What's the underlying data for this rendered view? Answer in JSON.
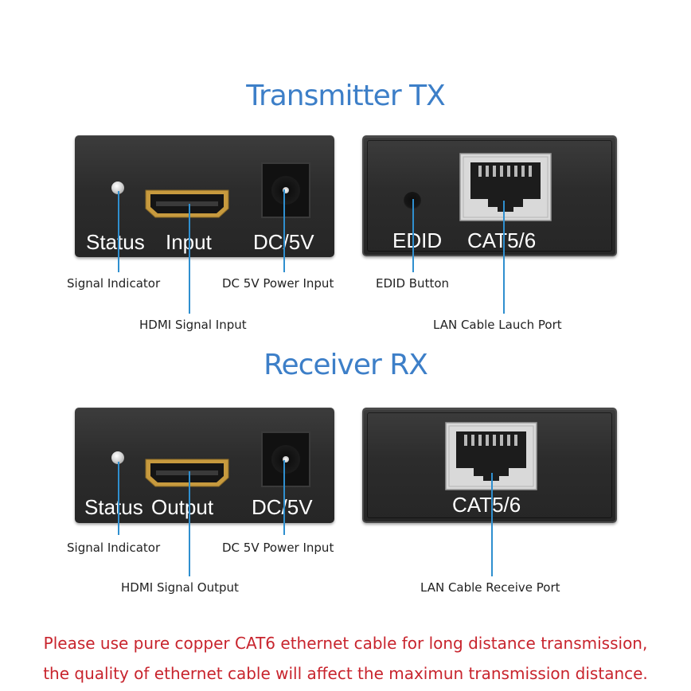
{
  "transmitter": {
    "title": "Transmitter TX",
    "front_labels": {
      "status": "Status",
      "input": "Input",
      "dc": "DC/5V"
    },
    "back_labels": {
      "edid": "EDID",
      "cat": "CAT5/6"
    },
    "callouts": {
      "signal_indicator": "Signal Indicator",
      "dc_power": "DC 5V Power Input",
      "edid_button": "EDID Button",
      "hdmi_input": "HDMI Signal Input",
      "lan_port": "LAN Cable Lauch Port"
    }
  },
  "receiver": {
    "title": "Receiver RX",
    "front_labels": {
      "status": "Status",
      "output": "Output",
      "dc": "DC/5V"
    },
    "back_labels": {
      "cat": "CAT5/6"
    },
    "callouts": {
      "signal_indicator": "Signal Indicator",
      "dc_power": "DC 5V Power Input",
      "hdmi_output": "HDMI Signal Output",
      "lan_port": "LAN Cable Receive Port"
    }
  },
  "note": {
    "line1": "Please use pure copper CAT6 ethernet cable for long distance transmission,",
    "line2": "the quality of ethernet cable will affect the maximun transmission distance."
  },
  "colors": {
    "title": "#3d7fc8",
    "callout_line": "#2f8fcf",
    "note": "#c8242d",
    "panel": "#2e2e2e"
  }
}
